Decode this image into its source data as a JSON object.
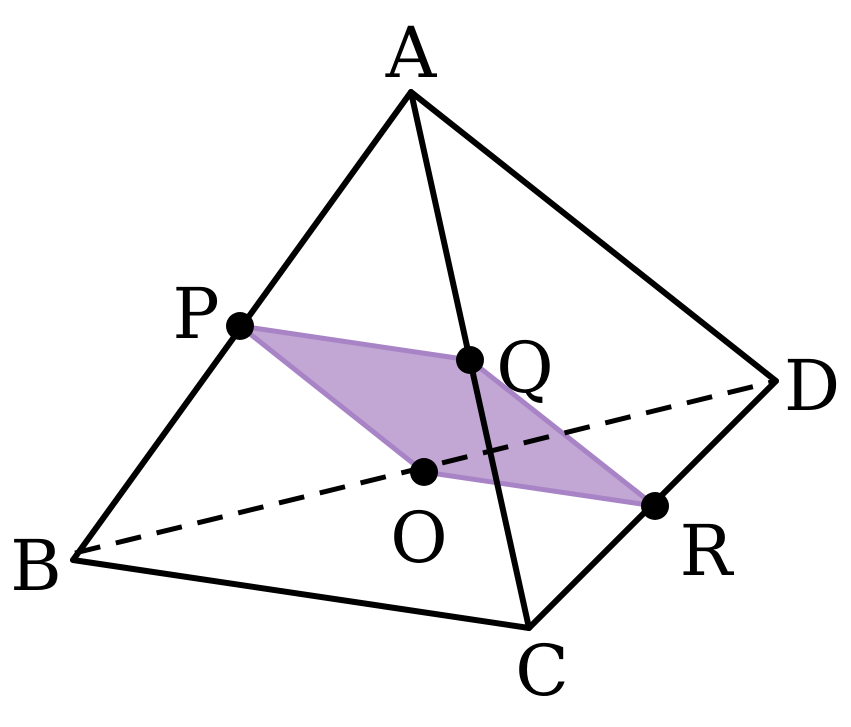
{
  "colors": {
    "edge": "#000000",
    "section_fill": "#c2a6d4",
    "section_stroke": "#a884c6",
    "point": "#000000"
  },
  "vertices": {
    "A": "A",
    "B": "B",
    "C": "C",
    "D": "D"
  },
  "section_points": {
    "P": "P",
    "Q": "Q",
    "R": "R",
    "O": "O"
  }
}
